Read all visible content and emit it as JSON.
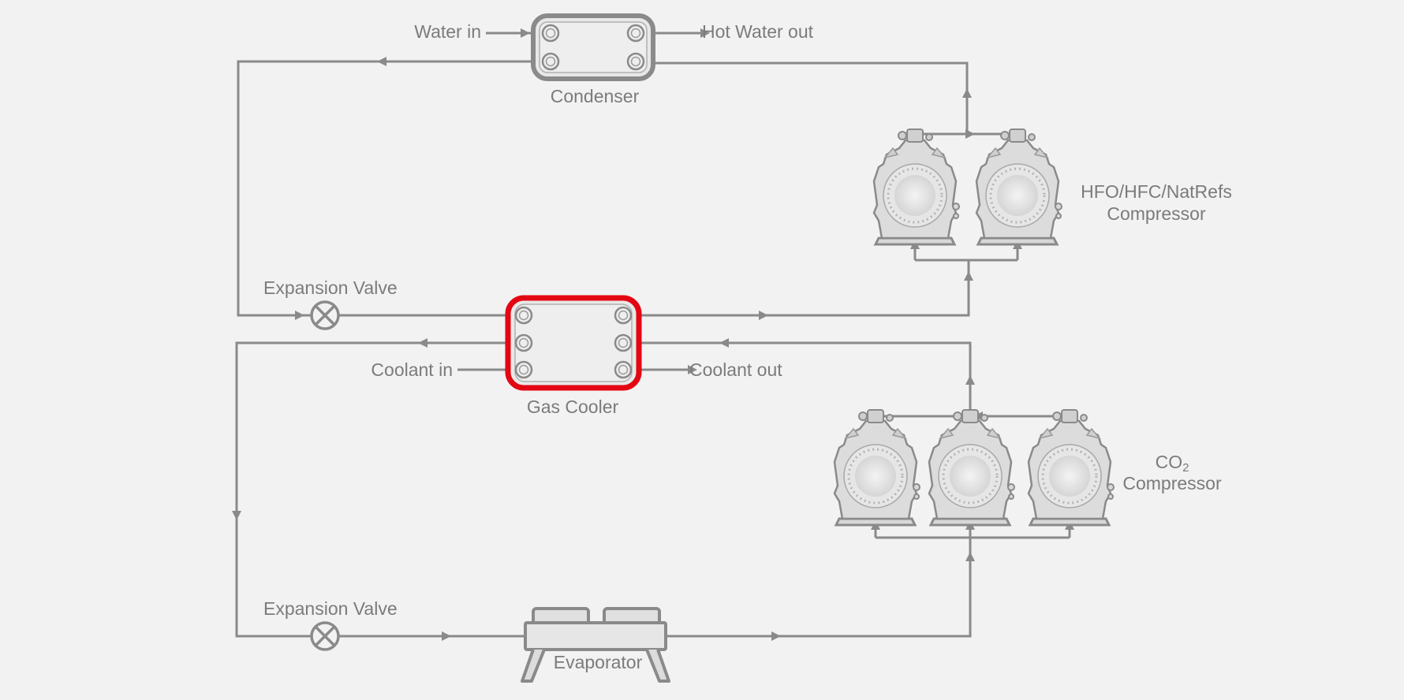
{
  "components": {
    "condenser": {
      "label": "Condenser",
      "water_in": "Water in",
      "hot_water_out": "Hot Water out"
    },
    "hfo_compressor": {
      "line1": "HFO/HFC/NatRefs",
      "line2": "Compressor"
    },
    "expansion_valve_top": {
      "label": "Expansion Valve"
    },
    "gas_cooler": {
      "label": "Gas Cooler",
      "coolant_in": "Coolant in",
      "coolant_out": "Coolant out",
      "highlight_color": "#e30613"
    },
    "co2_compressor": {
      "line1_base": "CO",
      "line1_sub": "2",
      "line2": "Compressor"
    },
    "expansion_valve_bottom": {
      "label": "Expansion Valve"
    },
    "evaporator": {
      "label": "Evaporator"
    }
  },
  "colors": {
    "background": "#f2f2f2",
    "pipe": "#8a8a8a",
    "text": "#7b7b7b",
    "highlight": "#e30613"
  }
}
